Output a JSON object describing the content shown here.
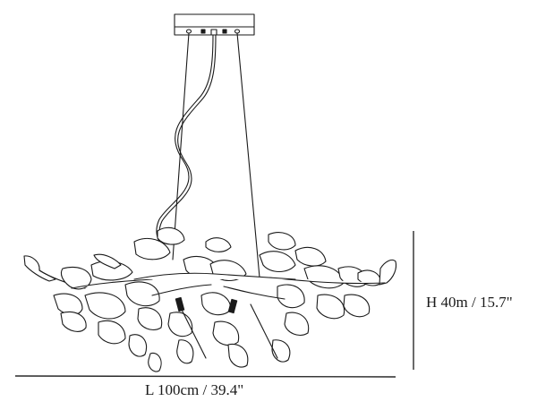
{
  "diagram": {
    "subject": "ginkgo-leaf pendant chandelier line drawing",
    "dimensions": {
      "length_label": "L 100cm / 39.4\"",
      "height_label": "H 40m / 15.7\""
    },
    "colors": {
      "line": "#1a1a1a",
      "background": "#ffffff"
    }
  }
}
